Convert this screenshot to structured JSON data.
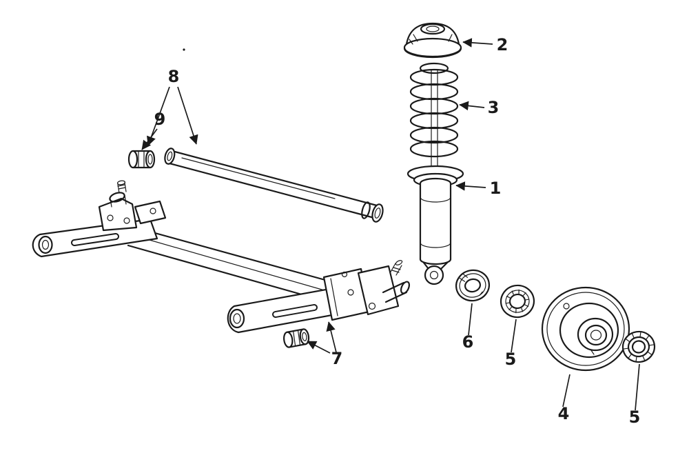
{
  "colors": {
    "ink": "#1a1a1a",
    "paper": "#ffffff"
  },
  "figure": {
    "kind": "exploded-parts-line-diagram",
    "callouts": [
      {
        "num": "1",
        "part": "shock-absorber"
      },
      {
        "num": "2",
        "part": "strut-mount"
      },
      {
        "num": "3",
        "part": "coil-spring"
      },
      {
        "num": "4",
        "part": "brake-drum-hub"
      },
      {
        "num": "5",
        "part": "wheel-bearing-inner"
      },
      {
        "num": "5",
        "part": "wheel-bearing-outer"
      },
      {
        "num": "6",
        "part": "grease-seal"
      },
      {
        "num": "7",
        "part": "trailing-arm-bushing"
      },
      {
        "num": "8",
        "part": "lateral-rod-bushings"
      },
      {
        "num": "9",
        "part": "lateral-rod-bushing"
      }
    ]
  }
}
